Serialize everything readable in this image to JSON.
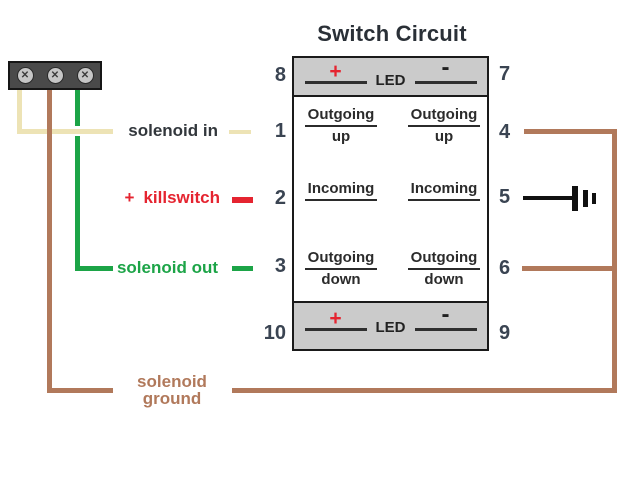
{
  "title": "Switch Circuit",
  "connector": {
    "screw_glyph": "✕"
  },
  "switch_panel": {
    "pins": {
      "left": [
        "8",
        "1",
        "2",
        "3",
        "10"
      ],
      "right": [
        "7",
        "4",
        "5",
        "6",
        "9"
      ]
    },
    "led_top": {
      "plus": "+",
      "label": "LED",
      "minus": "-"
    },
    "led_bottom": {
      "plus": "+",
      "label": "LED",
      "minus": "-"
    },
    "cells": {
      "l1": {
        "top": "Outgoing",
        "bottom": "up"
      },
      "l2": {
        "top": "Incoming"
      },
      "l3": {
        "top": "Outgoing",
        "bottom": "down"
      },
      "r1": {
        "top": "Outgoing",
        "bottom": "up"
      },
      "r2": {
        "top": "Incoming"
      },
      "r3": {
        "top": "Outgoing",
        "bottom": "down"
      }
    }
  },
  "labels": {
    "solenoid_in": "solenoid in",
    "killswitch_sign": "+",
    "killswitch": "killswitch",
    "solenoid_out": "solenoid out",
    "solenoid_ground_line1": "solenoid",
    "solenoid_ground_line2": "ground"
  },
  "colors": {
    "wire_solenoid_in": "#EDE3B5",
    "wire_solenoid_ground": "#B1795B",
    "wire_solenoid_out": "#1CA447",
    "killswitch_red": "#E52430",
    "pin_number": "#3A4452",
    "panel_gray": "#CBCBCB",
    "connector_gray": "#4A4A4A"
  }
}
